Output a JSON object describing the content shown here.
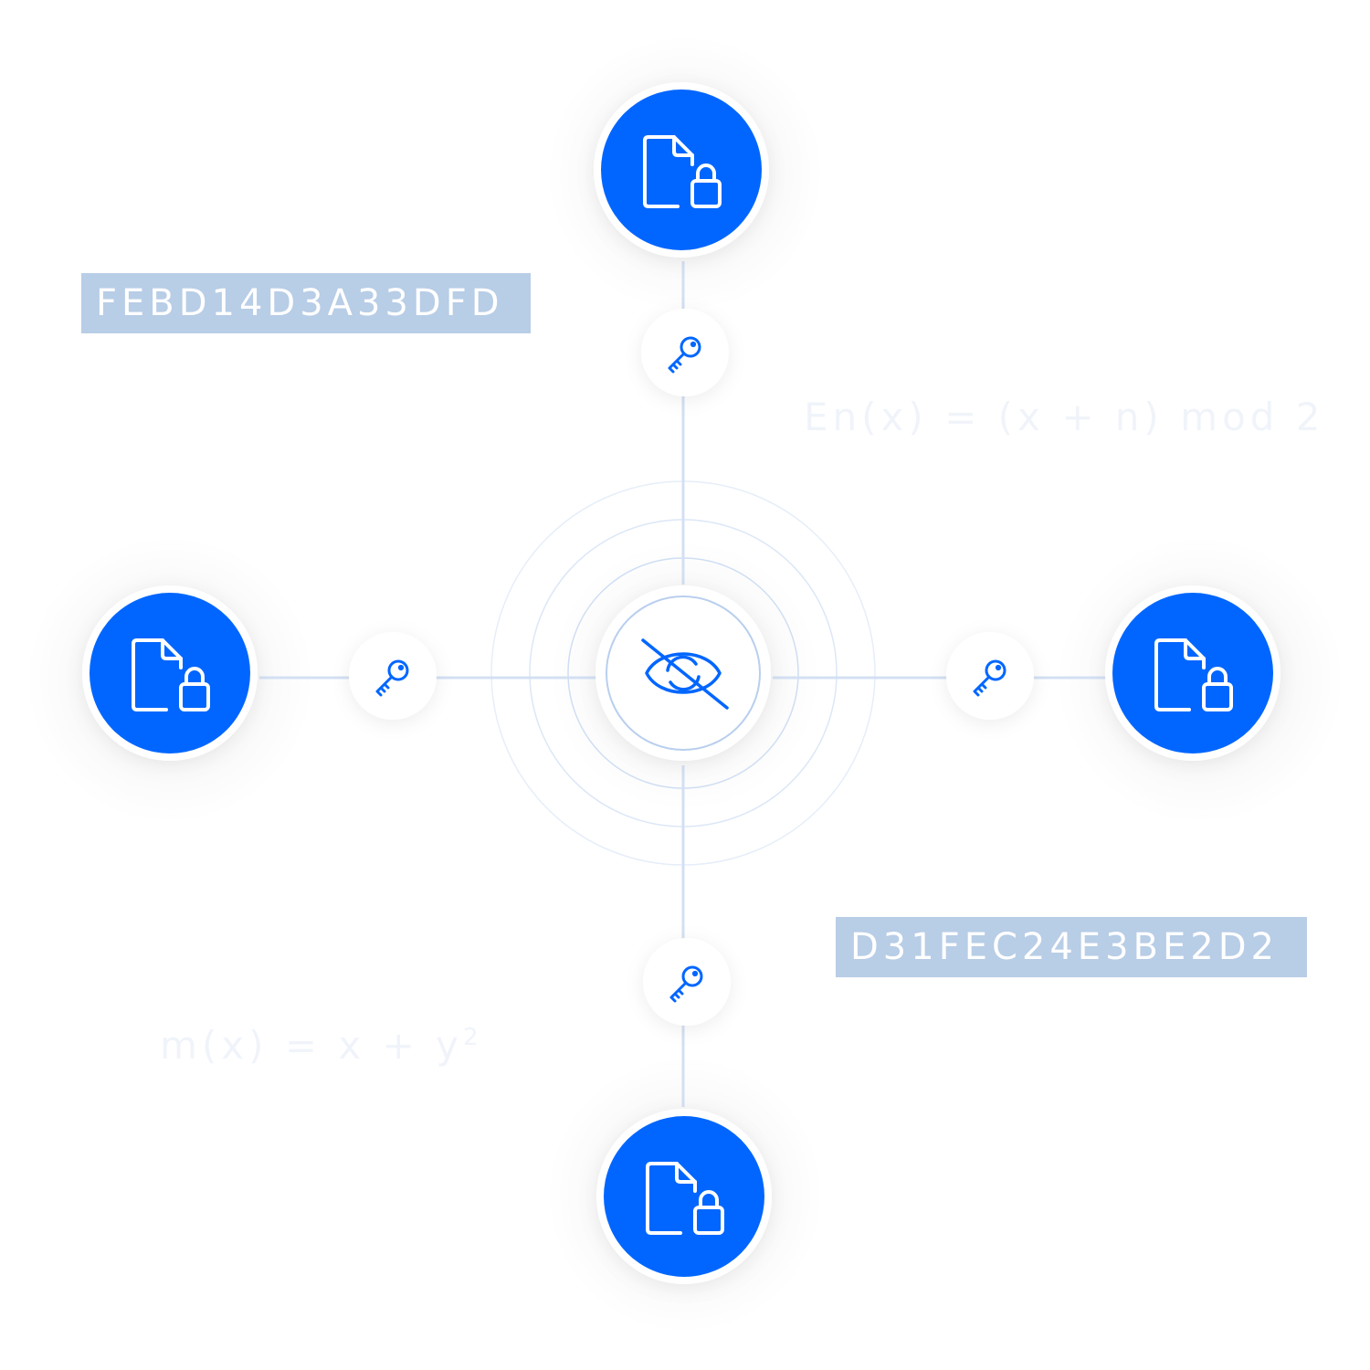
{
  "labels": {
    "hex_top": "FEBD14D3A33DFD",
    "hex_bottom": "D31FEC24E3BE2D2"
  },
  "formulas": {
    "encryption": "En(x) = (x + n) mod 2",
    "mapping_base": "m(x) = x + y",
    "mapping_exp": "2"
  },
  "colors": {
    "node_blue": "#0066ff",
    "line": "#d3e0f3",
    "ring": "#dce7f7",
    "label_bg": "#b8cde6",
    "formula_text": "#f0f4fa"
  },
  "icons": {
    "node": "locked-file-icon",
    "connector": "key-icon",
    "center": "eye-off-icon"
  }
}
